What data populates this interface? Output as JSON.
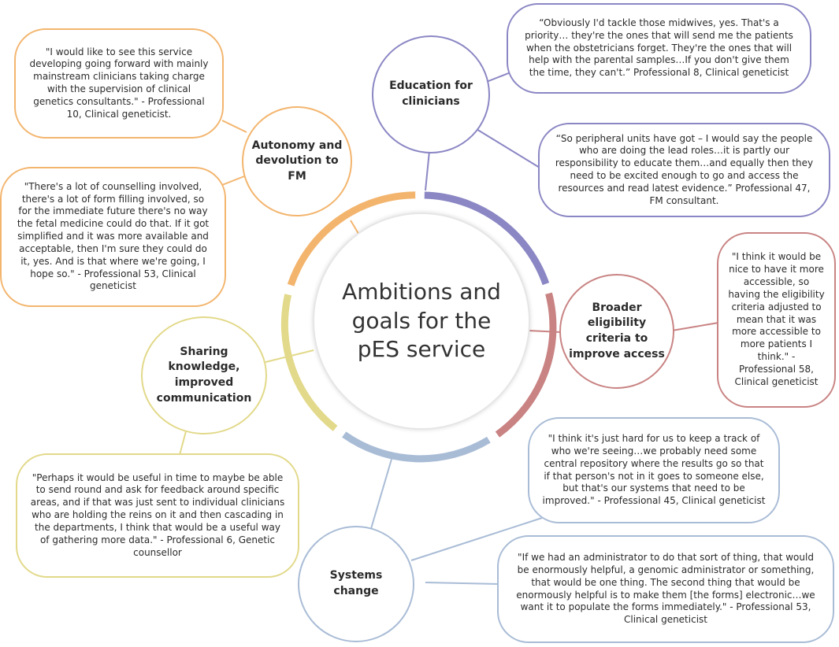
{
  "colors": {
    "autonomy": "#f3b56e",
    "education": "#8b87c4",
    "eligibility": "#c98383",
    "systems": "#a9bcd6",
    "sharing": "#e2d98a"
  },
  "center": {
    "title": "Ambitions and goals for the pES service"
  },
  "themes": {
    "autonomy": "Autonomy and devolution to FM",
    "education": "Education for clinicians",
    "eligibility": "Broader eligibility criteria to improve access",
    "sharing": "Sharing knowledge, improved communication",
    "systems": "Systems change"
  },
  "quotes": {
    "autonomy_1": "\"I would like to see this service developing going forward with mainly mainstream clinicians taking charge with the supervision of clinical genetics consultants.\" - Professional 10, Clinical geneticist.",
    "autonomy_2": "\"There's a lot of counselling involved, there's a lot of form filling involved, so for the immediate future there's no way the fetal medicine could do that.  If it got simplified and it was more available and acceptable, then I'm sure they could do it, yes.  And is that where we're going, I hope so.\" - Professional 53, Clinical geneticist",
    "education_1": "“Obviously I'd tackle those midwives, yes. That's a priority… they're the ones that will send me the patients when the obstetricians forget. They're the ones that will help with the parental samples…If you don't give them the time, they can't.” Professional 8, Clinical geneticist",
    "education_2": "“So peripheral units have got – I would say the people who are doing the lead roles…it is partly our responsibility to educate them…and equally then they need to be excited enough to go and access the resources and read latest evidence.” Professional 47, FM consultant.",
    "eligibility_1": "\"I think it would be nice to have it more accessible, so having the eligibility criteria adjusted to mean that it was more accessible to more patients I think.\" - Professional 58, Clinical geneticist",
    "sharing_1": "\"Perhaps it would be useful in time to maybe be able to send round and ask for feedback around specific areas, and if that was just sent to individual clinicians who are holding the reins on it and then cascading in the departments, I think that would be a useful way of gathering more data.\" - Professional 6, Genetic counsellor",
    "systems_1": "\"I think it's just hard for us to keep a track of who we're seeing…we probably need some central repository where the results go so that if that person's not in it goes to someone else, but that's our systems that need to be improved.\" - Professional 45, Clinical geneticist",
    "systems_2": "\"If we had an administrator to do that sort of thing, that would be enormously helpful, a genomic administrator or something, that would be one thing.  The second thing that would be enormously helpful is to make them [the forms] electronic…we want it to populate the forms immediately.\" - Professional 53, Clinical geneticist"
  }
}
